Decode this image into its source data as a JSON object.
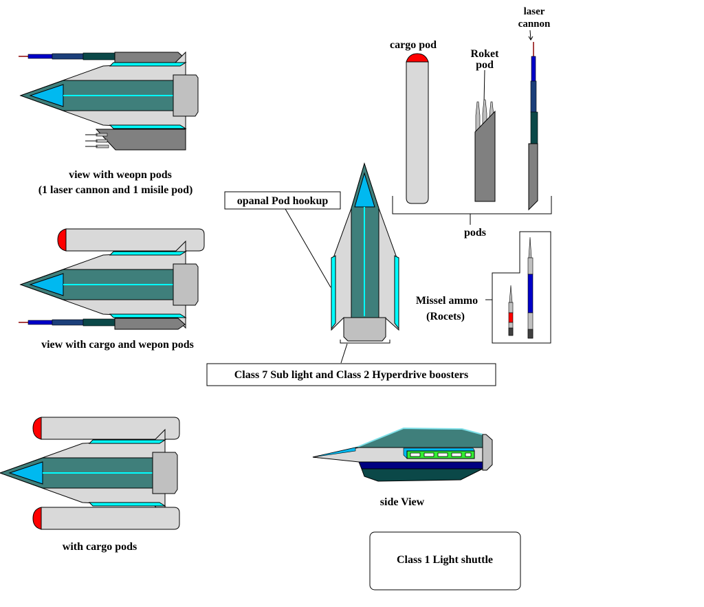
{
  "title": "Class 1 Light shuttle",
  "colors": {
    "hull_light": "#d9d9d9",
    "hull_dark": "#3f7f7b",
    "cockpit": "#00b9f0",
    "stripe": "#00ffff",
    "engine": "#c0c0c0",
    "pod_grey": "#808080",
    "cargo_cap": "#ff0000",
    "laser_tip": "#8b0000",
    "laser_blue": "#0000c8",
    "laser_navy": "#1c3f7a",
    "laser_teal": "#0b4848",
    "window_green": "#33ee33",
    "underside_navy": "#000080"
  },
  "labels": {
    "weapon_pods_view_line1": "view with weopn pods",
    "weapon_pods_view_line2": "(1 laser cannon and 1 misile pod)",
    "cargo_weapon_view": "view with cargo and wepon pods",
    "cargo_pods_view": "with cargo pods",
    "cargo_pod": "cargo pod",
    "roket_pod_line1": "Roket",
    "roket_pod_line2": "pod",
    "laser_cannon_line1": "laser",
    "laser_cannon_line2": "cannon",
    "pods": "pods",
    "pod_hookup": "opanal Pod hookup",
    "missile_ammo_line1": "Missel ammo",
    "missile_ammo_line2": "(Rocets)",
    "boosters": "Class 7 Sub light and Class 2 Hyperdrive boosters",
    "side_view": "side View",
    "title_box": "Class 1 Light shuttle"
  }
}
